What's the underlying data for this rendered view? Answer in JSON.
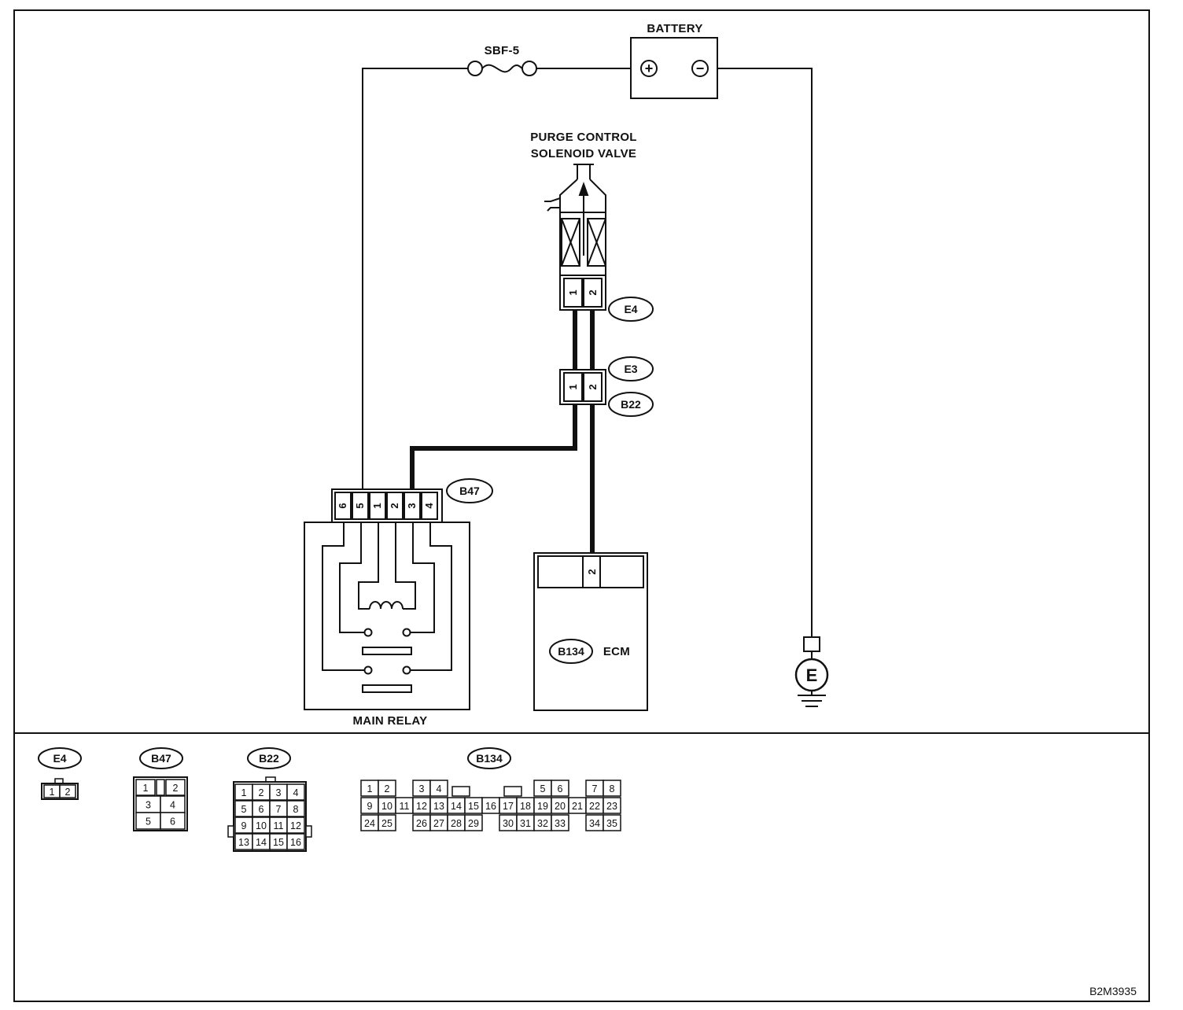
{
  "labels": {
    "battery": "BATTERY",
    "fuse": "SBF-5",
    "battery_plus": "+",
    "battery_minus": "−",
    "valve_line1": "PURGE CONTROL",
    "valve_line2": "SOLENOID VALVE",
    "main_relay": "MAIN RELAY",
    "ecm": "ECM",
    "ground": "E",
    "figure_code": "B2M3935"
  },
  "connectors": {
    "e4": "E4",
    "e3": "E3",
    "b22": "B22",
    "b47": "B47",
    "b134": "B134"
  },
  "pins": {
    "e4": [
      "1",
      "2"
    ],
    "e3_b22": [
      "1",
      "2"
    ],
    "b47": [
      "6",
      "5",
      "1",
      "2",
      "3",
      "4"
    ],
    "ecm": "2"
  },
  "legend": {
    "e4": {
      "name": "E4",
      "rows": [
        [
          "1",
          "2"
        ]
      ]
    },
    "b47": {
      "name": "B47",
      "rows": [
        [
          "1",
          "",
          "2"
        ],
        [
          "3",
          "4"
        ],
        [
          "5",
          "6"
        ]
      ]
    },
    "b22": {
      "name": "B22",
      "rows": [
        [
          "1",
          "2",
          "3",
          "4"
        ],
        [
          "5",
          "6",
          "7",
          "8"
        ],
        [
          "9",
          "10",
          "11",
          "12"
        ],
        [
          "13",
          "14",
          "15",
          "16"
        ]
      ]
    },
    "b134": {
      "name": "B134",
      "row1": [
        "1",
        "2",
        "3",
        "4",
        "5",
        "6",
        "7",
        "8"
      ],
      "row2": [
        "9",
        "10",
        "11",
        "12",
        "13",
        "14",
        "15",
        "16",
        "17",
        "18",
        "19",
        "20",
        "21",
        "22",
        "23"
      ],
      "row3": [
        "24",
        "25",
        "26",
        "27",
        "28",
        "29",
        "30",
        "31",
        "32",
        "33",
        "34",
        "35"
      ]
    }
  }
}
